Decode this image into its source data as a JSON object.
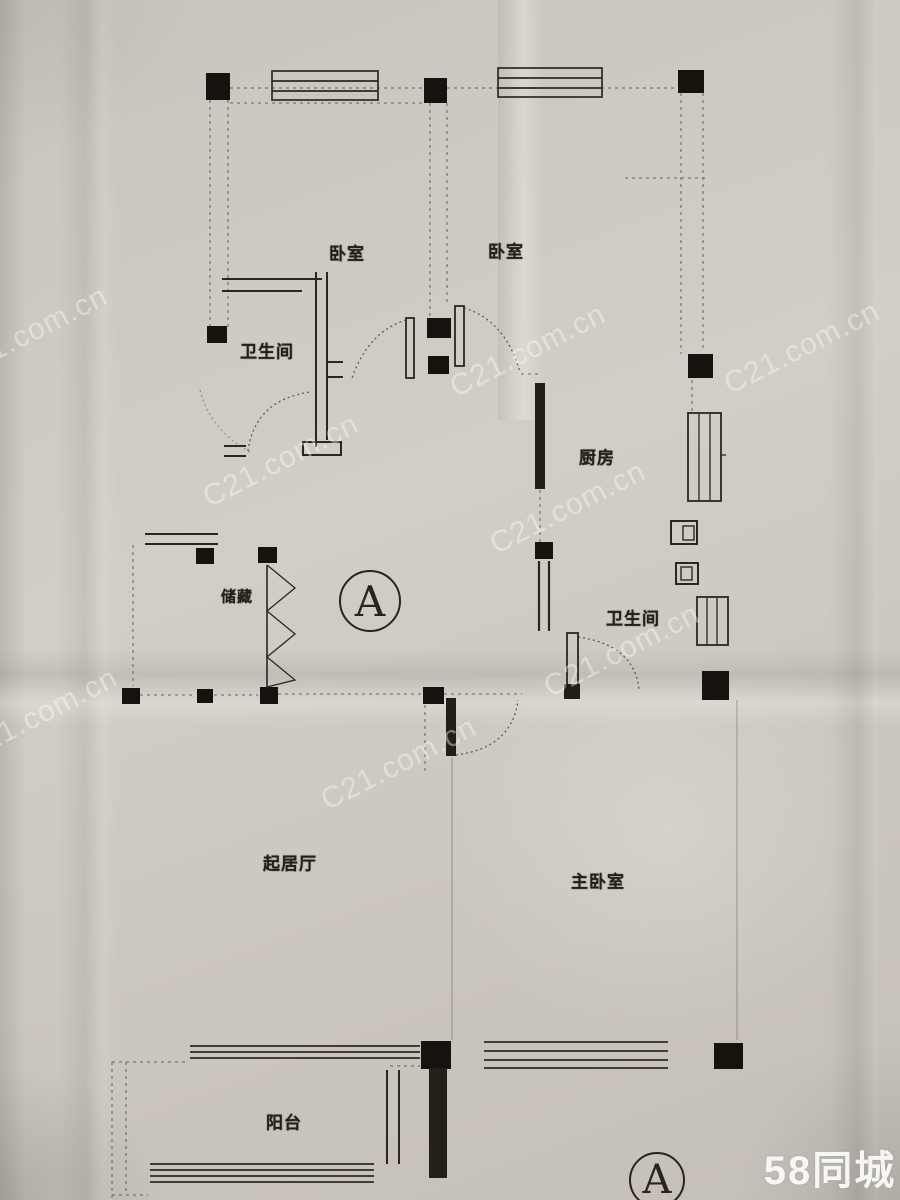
{
  "photo": {
    "paper_color": "#cbc6be",
    "ink_color": "#2f2a25",
    "watermark_color": "rgba(255,255,255,0.40)"
  },
  "watermark": {
    "text": "C21.com.cn",
    "logo": "58同城"
  },
  "floorplan": {
    "rooms": [
      {
        "name": "bedroom-top-left",
        "label": "卧室"
      },
      {
        "name": "bedroom-top-right",
        "label": "卧室"
      },
      {
        "name": "bathroom-left",
        "label": "卫生间"
      },
      {
        "name": "kitchen",
        "label": "厨房"
      },
      {
        "name": "storage",
        "label": "储藏"
      },
      {
        "name": "bathroom-right",
        "label": "卫生间"
      },
      {
        "name": "living-room",
        "label": "起居厅"
      },
      {
        "name": "master-bedroom",
        "label": "主卧室"
      },
      {
        "name": "balcony",
        "label": "阳台"
      }
    ],
    "markers": [
      {
        "name": "section-marker-a-center",
        "label": "A"
      },
      {
        "name": "section-marker-a-bottom",
        "label": "A"
      }
    ]
  }
}
